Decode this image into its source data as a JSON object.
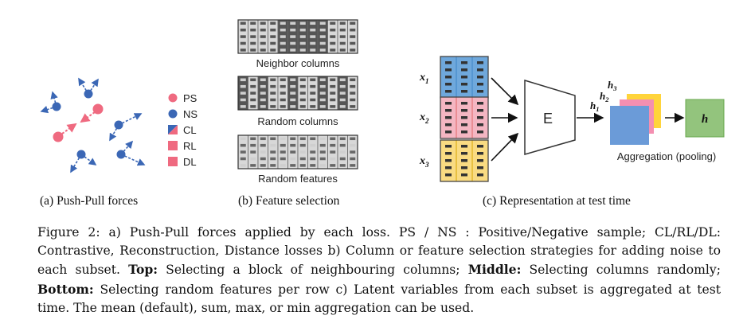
{
  "panel_a": {
    "legend": [
      "PS",
      "NS",
      "CL",
      "RL",
      "DL"
    ],
    "caption": "(a) Push-Pull forces",
    "colors": {
      "positive": "#ef6a80",
      "negative": "#3b67b5"
    }
  },
  "panel_b": {
    "labels": [
      "Neighbor columns",
      "Random columns",
      "Random features"
    ],
    "caption": "(b) Feature selection"
  },
  "panel_c": {
    "inputs": [
      "x",
      "x",
      "x"
    ],
    "input_subs": [
      "1",
      "2",
      "3"
    ],
    "encoder": "E",
    "hiddens": [
      "h",
      "h",
      "h"
    ],
    "hidden_subs": [
      "1",
      "2",
      "3"
    ],
    "output": "h",
    "aggregation": "Aggregation (pooling)",
    "caption": "(c) Representation at test time",
    "colors": {
      "blue": "#6fa8dc",
      "pink": "#f4b6c2",
      "yellow": "#f9db82",
      "green": "#93c47d",
      "orange": "#f6b26b"
    }
  },
  "figure_caption": {
    "prefix": "Figure 2: a) Push-Pull forces applied by each loss. PS / NS : Positive/Negative sample; CL/RL/DL: Contrastive, Reconstruction, Distance losses b) Column or feature selection strategies for adding noise to each subset.",
    "top_label": "Top:",
    "top_text": "Selecting a block of neighbouring columns;",
    "middle_label": "Middle:",
    "middle_text": "Selecting columns randomly;",
    "bottom_label": "Bottom:",
    "bottom_text": "Selecting random features per row c) Latent variables from each subset is aggregated at test time. The mean (default), sum, max, or min aggregation can be used."
  }
}
